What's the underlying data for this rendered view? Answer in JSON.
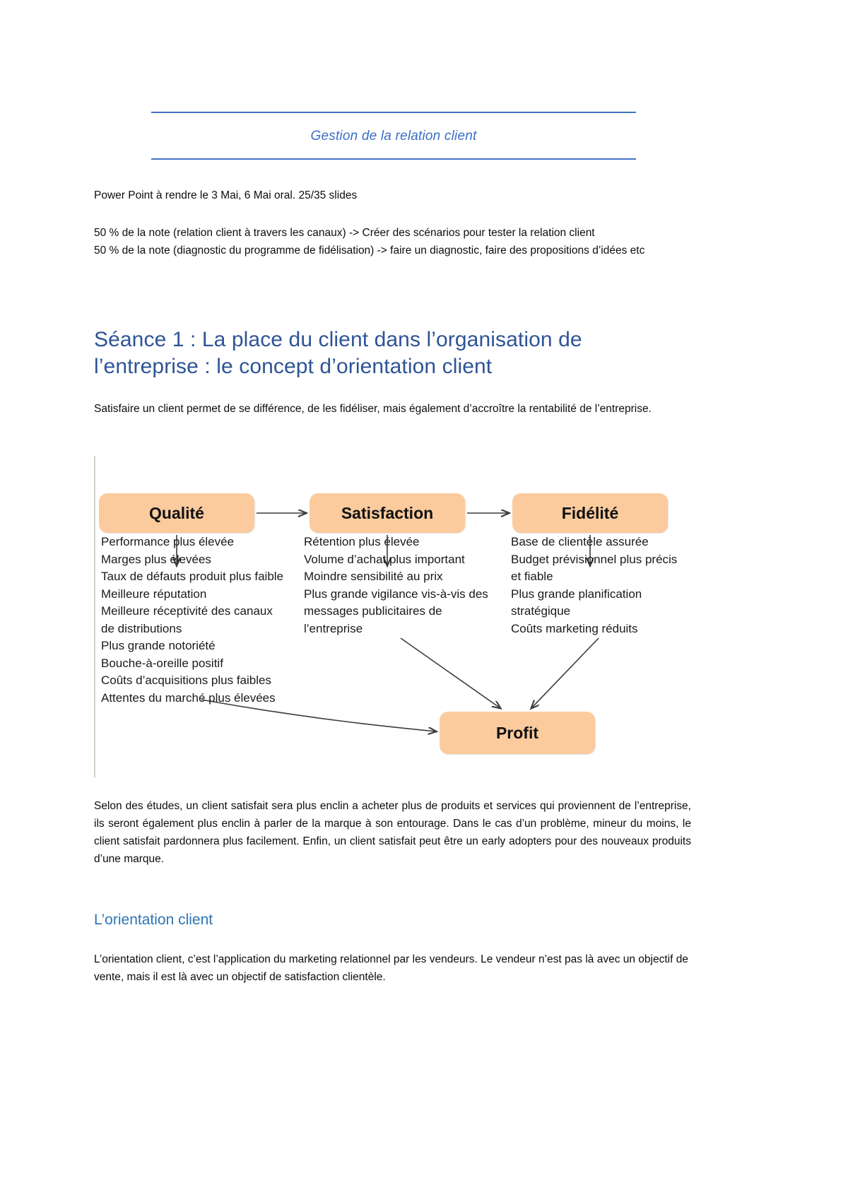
{
  "document": {
    "title": "Gestion de la relation client"
  },
  "intro": {
    "line1": "Power Point à rendre le 3 Mai, 6 Mai oral. 25/35 slides",
    "line2": "50 % de la note (relation client à travers les canaux) -> Créer des scénarios pour tester la relation client\n50 % de la note (diagnostic du programme de fidélisation) -> faire un diagnostic, faire des propositions d’idées etc"
  },
  "section1": {
    "heading": "Séance 1 : La place du client dans l’organisation de l’entreprise : le concept d’orientation client",
    "paragraph": "Satisfaire un client permet de se différence, de les fidéliser, mais également d’accroître la rentabilité de l’entreprise.",
    "paragraph_after_figure": "Selon des études, un client satisfait sera plus enclin a acheter plus de produits et services qui proviennent de l’entreprise, ils seront également plus enclin à parler de la marque à son entourage. Dans le cas d’un problème, mineur du moins, le client satisfait pardonnera plus facilement. Enfin, un client satisfait peut être un early adopters pour des nouveaux produits d’une marque."
  },
  "section2": {
    "heading": "L’orientation client",
    "paragraph": "L’orientation client, c’est l’application du marketing relationnel par les vendeurs. Le vendeur n’est pas là avec un objectif de vente, mais il est là avec un objectif de satisfaction clientèle."
  },
  "figure": {
    "boxes": {
      "qualite": "Qualité",
      "satisfaction": "Satisfaction",
      "fidelite": "Fidélité",
      "profit": "Profit"
    },
    "columns": {
      "qualite_items": "Performance plus élevée\nMarges plus élevées\nTaux de défauts produit plus faible\nMeilleure réputation\nMeilleure réceptivité des canaux\nde distributions\nPlus grande notoriété\nBouche-à-oreille positif\nCoûts d’acquisitions plus faibles\nAttentes du marché plus élevées",
      "satisfaction_items": "Rétention plus élevée\nVolume d’achat plus important\nMoindre sensibilité au prix\nPlus grande vigilance vis-à-vis des\nmessages publicitaires de\nl’entreprise",
      "fidelite_items": "Base de clientèle assurée\nBudget prévisionnel plus précis\net fiable\nPlus grande planification\nstratégique\nCoûts marketing réduits"
    },
    "colors": {
      "box_fill": "#FBCB9E",
      "box_border": "#F3901D",
      "arrow": "#3b3b3b"
    }
  },
  "theme": {
    "title_blue": "#3B6FC4",
    "rule_blue": "#4472C4",
    "heading1_blue": "#2E5496",
    "heading2_blue": "#2E74B5",
    "text_black": "#0d0d0d"
  }
}
